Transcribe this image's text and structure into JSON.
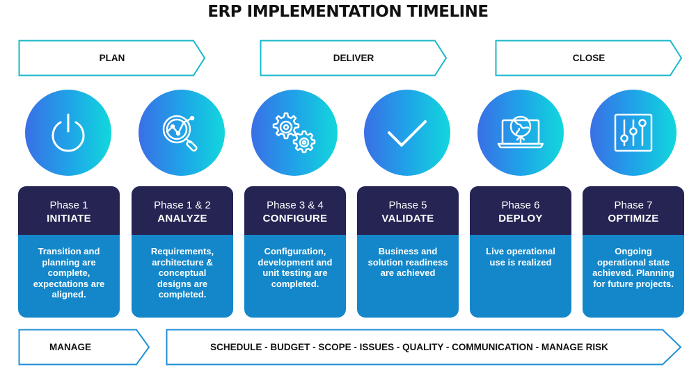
{
  "title": "ERP IMPLEMENTATION TIMELINE",
  "stages": [
    {
      "label": "PLAN"
    },
    {
      "label": "DELIVER"
    },
    {
      "label": "CLOSE"
    }
  ],
  "phases": [
    {
      "number": "Phase 1",
      "name": "INITIATE",
      "description": "Transition and planning are complete, expectations are aligned.",
      "icon": "power-icon"
    },
    {
      "number": "Phase 1 & 2",
      "name": "ANALYZE",
      "description": "Requirements, architecture & conceptual designs are completed.",
      "icon": "magnifier-chart-icon"
    },
    {
      "number": "Phase 3 & 4",
      "name": "CONFIGURE",
      "description": "Configuration, development and unit testing are completed.",
      "icon": "gears-icon"
    },
    {
      "number": "Phase 5",
      "name": "VALIDATE",
      "description": "Business and solution readiness are achieved",
      "icon": "checkmark-icon"
    },
    {
      "number": "Phase 6",
      "name": "DEPLOY",
      "description": "Live operational use is realized",
      "icon": "laptop-globe-icon"
    },
    {
      "number": "Phase 7",
      "name": "OPTIMIZE",
      "description": "Ongoing operational state achieved. Planning for future projects.",
      "icon": "sliders-icon"
    }
  ],
  "manage": {
    "label": "MANAGE",
    "items": "SCHEDULE - BUDGET - SCOPE - ISSUES - QUALITY - COMMUNICATION - MANAGE RISK"
  },
  "colors": {
    "outline": "#18b8c9",
    "outline_bottom": "#1e8fd6",
    "card_head": "#252453",
    "card_body": "#1387c9",
    "circle_start": "#3a6fe6",
    "circle_end": "#12d7dc"
  }
}
